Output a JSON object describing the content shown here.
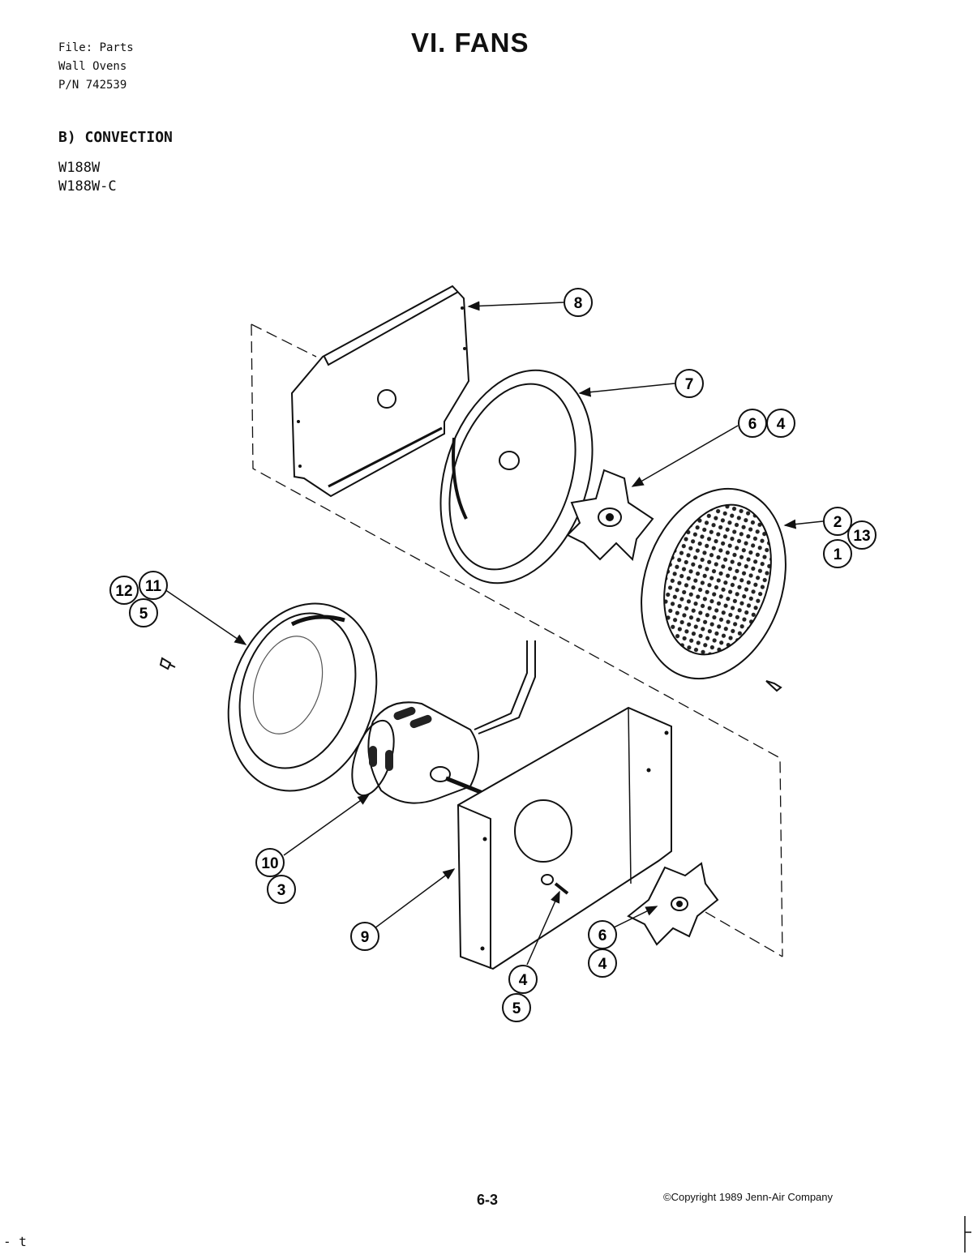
{
  "header": {
    "file_lines": [
      "File: Parts",
      "Wall Ovens",
      "P/N 742539"
    ],
    "title": "VI. FANS",
    "section": "B) CONVECTION",
    "models": [
      "W188W",
      "W188W-C"
    ]
  },
  "callouts": {
    "c8": "8",
    "c7": "7",
    "c6a": "6",
    "c4a": "4",
    "c2": "2",
    "c13": "13",
    "c1": "1",
    "c12": "12",
    "c11": "11",
    "c5a": "5",
    "c10": "10",
    "c3": "3",
    "c9": "9",
    "c4b": "4",
    "c5b": "5",
    "c6b": "6",
    "c4c": "4"
  },
  "footer": {
    "page_number": "6-3",
    "copyright": "©Copyright 1989 Jenn-Air Company",
    "stray_mark": "- t"
  }
}
